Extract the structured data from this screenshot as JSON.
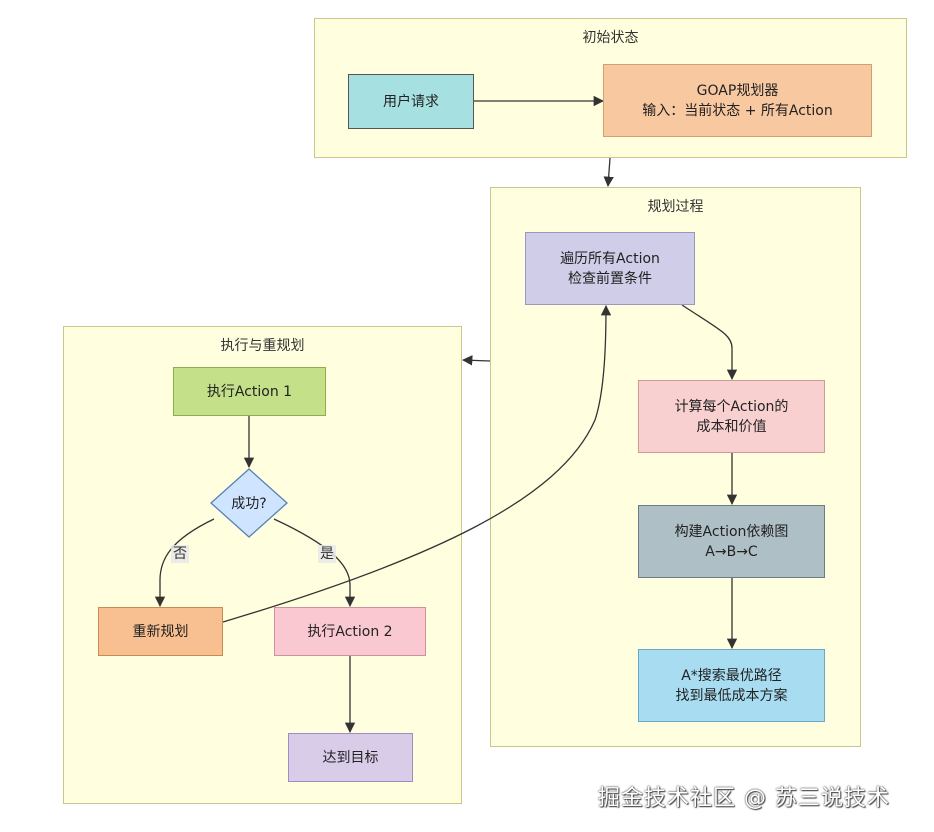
{
  "groups": {
    "initial": "初始状态",
    "planning": "规划过程",
    "execution": "执行与重规划"
  },
  "nodes": {
    "user_request": [
      "用户请求"
    ],
    "goap_planner": [
      "GOAP规划器",
      "输入：当前状态 + 所有Action"
    ],
    "iterate_actions": [
      "遍历所有Action",
      "检查前置条件"
    ],
    "compute_cost": [
      "计算每个Action的",
      "成本和价值"
    ],
    "build_graph": [
      "构建Action依赖图",
      "A→B→C"
    ],
    "astar_search": [
      "A*搜索最优路径",
      "找到最低成本方案"
    ],
    "exec_action1": [
      "执行Action 1"
    ],
    "success_check": "成功?",
    "replan": [
      "重新规划"
    ],
    "exec_action2": [
      "执行Action 2"
    ],
    "reach_goal": [
      "达到目标"
    ]
  },
  "edge_labels": {
    "no": "否",
    "yes": "是"
  },
  "colors": {
    "group_fill": "#ffffe0",
    "user_request": "#a6e0e0",
    "goap_planner": "#f8c8a0",
    "iterate_actions": "#cfcde8",
    "compute_cost": "#f9d0d0",
    "build_graph": "#afbfc6",
    "astar_search": "#a8dcf0",
    "exec_action1": "#c4e088",
    "success_check": "#cfe4ff",
    "replan": "#f8c090",
    "exec_action2": "#f9c8d0",
    "reach_goal": "#d8cce8"
  },
  "watermark": "掘金技术社区 @ 苏三说技术"
}
